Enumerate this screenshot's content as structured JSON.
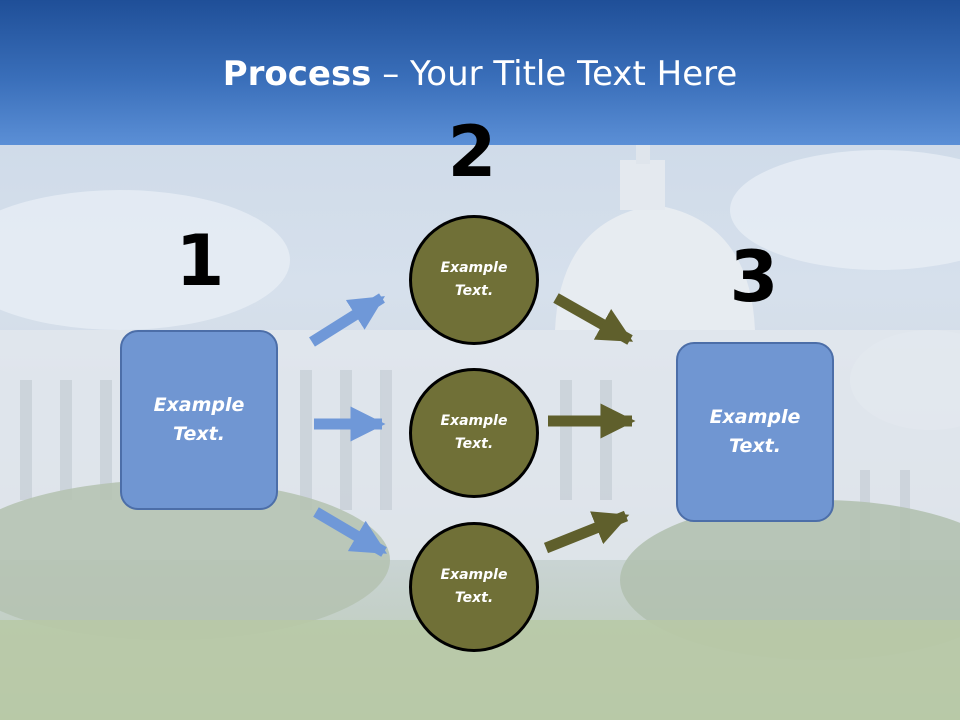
{
  "slide": {
    "title_bold": "Process",
    "title_rest": " – Your Title Text Here",
    "steps": [
      {
        "number": "1"
      },
      {
        "number": "2"
      },
      {
        "number": "3"
      }
    ],
    "left_box": {
      "line1": "Example",
      "line2": "Text."
    },
    "right_box": {
      "line1": "Example",
      "line2": "Text."
    },
    "circles": [
      {
        "line1": "Example",
        "line2": "Text."
      },
      {
        "line1": "Example",
        "line2": "Text."
      },
      {
        "line1": "Example",
        "line2": "Text."
      }
    ],
    "colors": {
      "header": "#2e5ea8",
      "box_fill": "#7096d2",
      "circle_fill": "#707037",
      "arrow_blue": "#6f98d8",
      "arrow_olive": "#5f5f2c"
    },
    "background": "washed-out photo of the U.S. Capitol building with trees and lawn"
  }
}
